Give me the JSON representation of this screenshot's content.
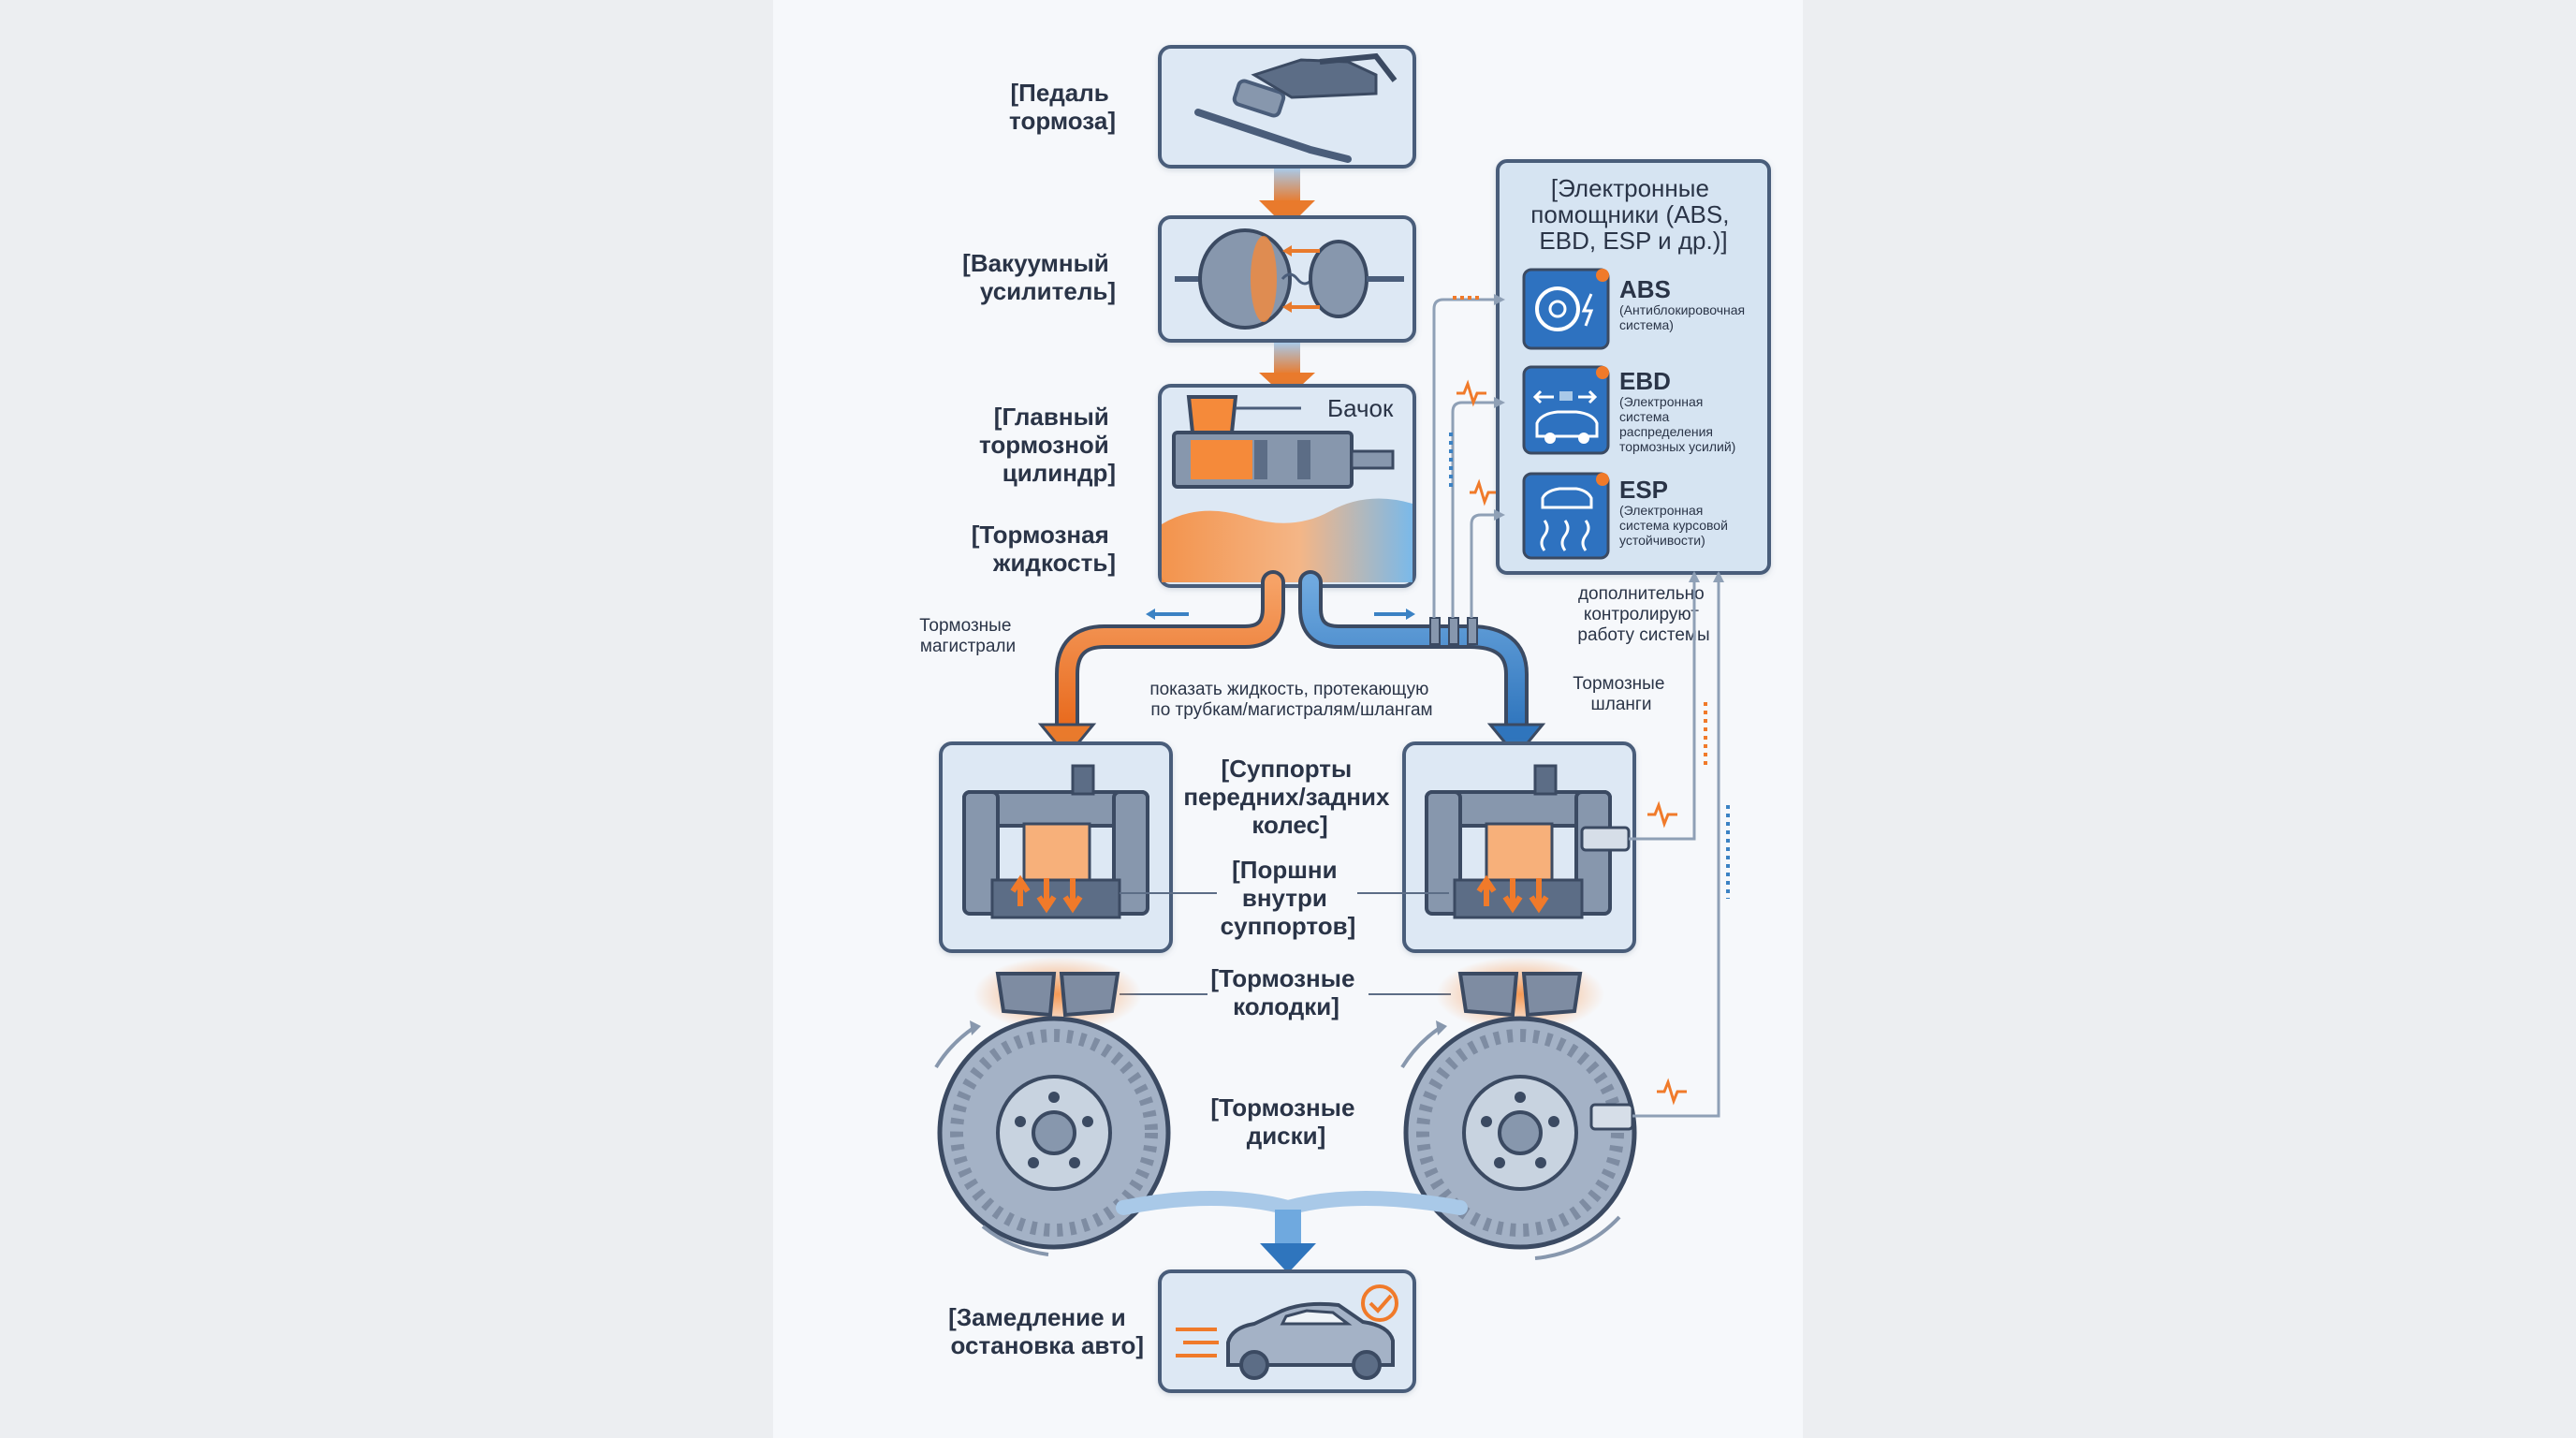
{
  "labels": {
    "brake_pedal": [
      "[Педаль",
      "тормоза]"
    ],
    "vacuum_booster": [
      "[Вакуумный",
      "усилитель]"
    ],
    "master_cylinder": [
      "[Главный",
      "тормозной",
      "цилиндр]"
    ],
    "reservoir": "Бачок",
    "brake_fluid": [
      "[Тормозная",
      "жидкость]"
    ],
    "brake_lines": [
      "Тормозные",
      "магистрали"
    ],
    "fluid_note": [
      "показать жидкость, протекающую",
      "по трубкам/магистралям/шлангам"
    ],
    "brake_hoses": [
      "Тормозные",
      "шланги"
    ],
    "calipers": [
      "[Суппорты",
      "передних/задних",
      "колес]"
    ],
    "pistons": [
      "[Поршни",
      "внутри",
      "суппортов]"
    ],
    "pads": [
      "[Тормозные",
      "колодки]"
    ],
    "discs": [
      "[Тормозные",
      "диски]"
    ],
    "stop": [
      "[Замедление и",
      "остановка авто]"
    ],
    "assist_note": [
      "дополнительно",
      "контролируют",
      "работу системы"
    ]
  },
  "electronic_panel": {
    "title": [
      "[Электронные",
      "помощники (ABS,",
      "EBD, ESP и др.)]"
    ],
    "systems": [
      {
        "name": "ABS",
        "desc": [
          "(Антиблокировочная",
          "система)"
        ],
        "icon": "wheel-lightning-icon"
      },
      {
        "name": "EBD",
        "desc": [
          "(Электронная",
          "система",
          "распределения",
          "тормозных усилий)"
        ],
        "icon": "car-distribution-icon"
      },
      {
        "name": "ESP",
        "desc": [
          "(Электронная",
          "система курсовой",
          "устойчивости)"
        ],
        "icon": "car-skid-icon"
      }
    ]
  },
  "colors": {
    "accent_orange": "#f07a2a",
    "accent_blue": "#3b82c4",
    "outline": "#4a5d7a",
    "panel_fill": "#d6e4f2",
    "icon_blue": "#2e72c0"
  }
}
